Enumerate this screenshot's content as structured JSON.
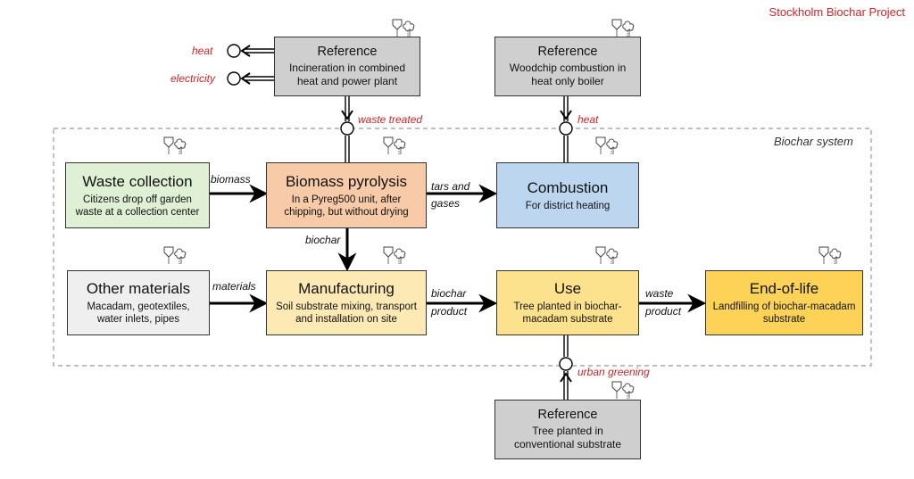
{
  "header": {
    "project": "Stockholm Biochar Project"
  },
  "system": {
    "label": "Biochar system"
  },
  "colors": {
    "reference": "#cfcfcf",
    "waste_collection": "#dff0d4",
    "pyrolysis": "#f8cba8",
    "combustion": "#bcd6ef",
    "other_materials": "#efefef",
    "manufacturing": "#fde9b4",
    "use": "#fde28d",
    "end_of_life": "#fcd357",
    "accent": "#d2232a"
  },
  "boxes": {
    "ref_incineration": {
      "title": "Reference",
      "desc": "Incineration in combined heat and power plant"
    },
    "ref_woodchip": {
      "title": "Reference",
      "desc": "Woodchip combustion in heat only boiler"
    },
    "ref_tree": {
      "title": "Reference",
      "desc": "Tree planted in conventional substrate"
    },
    "waste_collection": {
      "title": "Waste collection",
      "desc": "Citizens drop off garden waste at a collection center"
    },
    "pyrolysis": {
      "title": "Biomass pyrolysis",
      "desc": "In a Pyreg500 unit, after chipping, but without drying"
    },
    "combustion": {
      "title": "Combustion",
      "desc": "For district heating"
    },
    "other_materials": {
      "title": "Other materials",
      "desc": "Macadam, geotextiles, water inlets, pipes"
    },
    "manufacturing": {
      "title": "Manufacturing",
      "desc": "Soil substrate mixing, transport and installation on site"
    },
    "use": {
      "title": "Use",
      "desc": "Tree planted in biochar-macadam substrate"
    },
    "end_of_life": {
      "title": "End-of-life",
      "desc": "Landfilling of biochar-macadam substrate"
    }
  },
  "flows": {
    "biomass": "biomass",
    "tars_gases_1": "tars and",
    "tars_gases_2": "gases",
    "biochar": "biochar",
    "materials": "materials",
    "biochar_product_1": "biochar",
    "biochar_product_2": "product",
    "waste_product_1": "waste",
    "waste_product_2": "product"
  },
  "functions": {
    "heat_out": "heat",
    "electricity_out": "electricity",
    "waste_treated": "waste treated",
    "heat": "heat",
    "urban_greening": "urban greening"
  }
}
